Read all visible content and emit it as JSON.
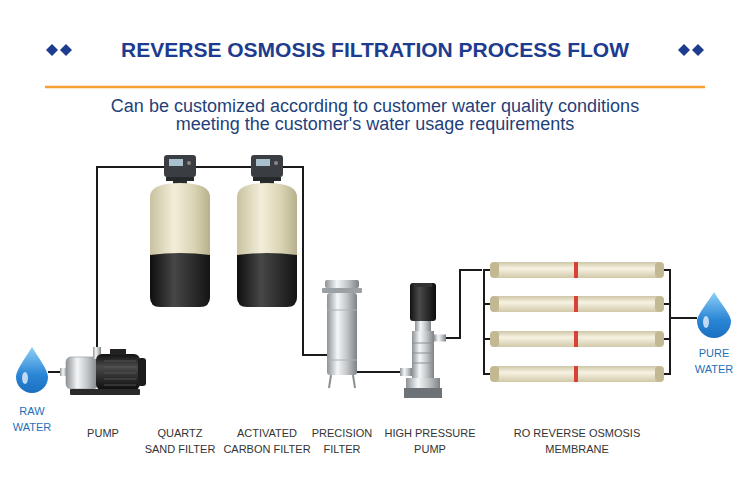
{
  "diagram": {
    "title": "REVERSE OSMOSIS FILTRATION PROCESS FLOW",
    "caption": "Can be customized according to customer water quality conditions meeting the customer's water usage requirements",
    "nodes": [
      {
        "text": [
          "RAW WATER"
        ]
      },
      {
        "text": [
          "PUMP"
        ]
      },
      {
        "text": [
          "QUARTZ SAND FILTER"
        ]
      },
      {
        "text": [
          "ACTIVATED CARBON FILTER"
        ]
      },
      {
        "text": [
          "PRECISION FILTER"
        ]
      },
      {
        "text": [
          "HIGH PRESSURE PUMP"
        ]
      },
      {
        "text": [
          "RO REVERSE OSMOSIS MEMBRANE"
        ]
      },
      {
        "text": [
          "PURE WATER"
        ]
      }
    ],
    "edges": [
      {
        "from": 0,
        "to": 1,
        "arrow": "none"
      },
      {
        "from": 1,
        "to": 2,
        "arrow": "none"
      },
      {
        "from": 2,
        "to": 3,
        "arrow": "none"
      },
      {
        "from": 3,
        "to": 4,
        "arrow": "none"
      },
      {
        "from": 4,
        "to": 5,
        "arrow": "none"
      },
      {
        "from": 5,
        "to": 6,
        "arrow": "none"
      },
      {
        "from": 6,
        "to": 7,
        "arrow": "none"
      }
    ]
  }
}
